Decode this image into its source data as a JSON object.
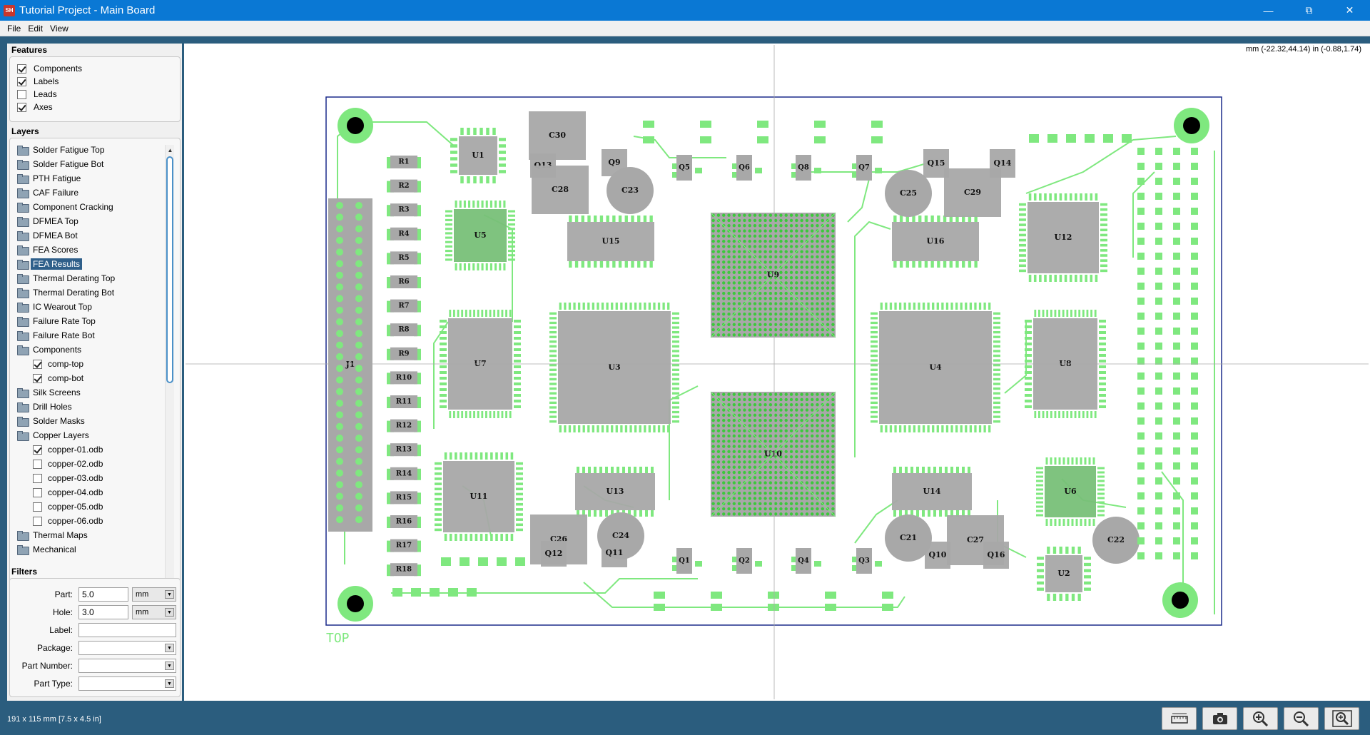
{
  "window": {
    "title": "Tutorial Project - Main Board",
    "app_badge": "SH"
  },
  "menu": [
    "File",
    "Edit",
    "View"
  ],
  "features": {
    "title": "Features",
    "items": [
      {
        "label": "Components",
        "checked": true
      },
      {
        "label": "Labels",
        "checked": true
      },
      {
        "label": "Leads",
        "checked": false
      },
      {
        "label": "Axes",
        "checked": true
      }
    ]
  },
  "layers": {
    "title": "Layers",
    "items": [
      {
        "label": "Solder Fatigue Top",
        "type": "folder",
        "indent": 0
      },
      {
        "label": "Solder Fatigue Bot",
        "type": "folder",
        "indent": 0
      },
      {
        "label": "PTH Fatigue",
        "type": "folder",
        "indent": 0
      },
      {
        "label": "CAF Failure",
        "type": "folder",
        "indent": 0
      },
      {
        "label": "Component Cracking",
        "type": "folder",
        "indent": 0
      },
      {
        "label": "DFMEA Top",
        "type": "folder",
        "indent": 0
      },
      {
        "label": "DFMEA Bot",
        "type": "folder",
        "indent": 0
      },
      {
        "label": "FEA Scores",
        "type": "folder",
        "indent": 0
      },
      {
        "label": "FEA Results",
        "type": "folder",
        "indent": 0,
        "selected": true
      },
      {
        "label": "Thermal Derating Top",
        "type": "folder",
        "indent": 0
      },
      {
        "label": "Thermal Derating Bot",
        "type": "folder",
        "indent": 0
      },
      {
        "label": "IC Wearout Top",
        "type": "folder",
        "indent": 0
      },
      {
        "label": "Failure Rate Top",
        "type": "folder",
        "indent": 0
      },
      {
        "label": "Failure Rate Bot",
        "type": "folder",
        "indent": 0
      },
      {
        "label": "Components",
        "type": "folder",
        "indent": 0
      },
      {
        "label": "comp-top",
        "type": "check",
        "indent": 1,
        "checked": true
      },
      {
        "label": "comp-bot",
        "type": "check",
        "indent": 1,
        "checked": true
      },
      {
        "label": "Silk Screens",
        "type": "folder",
        "indent": 0
      },
      {
        "label": "Drill Holes",
        "type": "folder",
        "indent": 0
      },
      {
        "label": "Solder Masks",
        "type": "folder",
        "indent": 0
      },
      {
        "label": "Copper Layers",
        "type": "folder",
        "indent": 0
      },
      {
        "label": "copper-01.odb",
        "type": "check",
        "indent": 1,
        "checked": true
      },
      {
        "label": "copper-02.odb",
        "type": "check",
        "indent": 1,
        "checked": false
      },
      {
        "label": "copper-03.odb",
        "type": "check",
        "indent": 1,
        "checked": false
      },
      {
        "label": "copper-04.odb",
        "type": "check",
        "indent": 1,
        "checked": false
      },
      {
        "label": "copper-05.odb",
        "type": "check",
        "indent": 1,
        "checked": false
      },
      {
        "label": "copper-06.odb",
        "type": "check",
        "indent": 1,
        "checked": false
      },
      {
        "label": "Thermal Maps",
        "type": "folder",
        "indent": 0
      },
      {
        "label": "Mechanical",
        "type": "folder",
        "indent": 0
      }
    ]
  },
  "filters": {
    "title": "Filters",
    "part_label": "Part:",
    "part_value": "5.0",
    "part_unit": "mm",
    "hole_label": "Hole:",
    "hole_value": "3.0",
    "hole_unit": "mm",
    "label_label": "Label:",
    "label_value": "",
    "package_label": "Package:",
    "package_value": "",
    "part_number_label": "Part Number:",
    "part_number_value": "",
    "part_type_label": "Part Type:",
    "part_type_value": ""
  },
  "canvas": {
    "coord_readout": "mm (-22.32,44.14)  in (-0.88,1.74)",
    "side_label": "TOP",
    "colors": {
      "copper": "#7fe87f",
      "copper_dark": "#3cc83c",
      "component": "#a8a8a8",
      "outline": "#1a2a8a",
      "background": "#ffffff"
    }
  },
  "components": {
    "resistors": [
      "R1",
      "R2",
      "R3",
      "R4",
      "R5",
      "R6",
      "R7",
      "R8",
      "R9",
      "R10",
      "R11",
      "R12",
      "R13",
      "R14",
      "R15",
      "R16",
      "R17",
      "R18"
    ],
    "connector": "J1",
    "qfn": [
      "U1",
      "U2"
    ],
    "qfp_small": [
      "U5",
      "U6",
      "U11",
      "U12"
    ],
    "soic": [
      "U13",
      "U14",
      "U15",
      "U16"
    ],
    "qfp_large": [
      "U3",
      "U4"
    ],
    "qfp_mid": [
      "U7",
      "U8"
    ],
    "bga": [
      "U9",
      "U10"
    ],
    "transistors_top": [
      "Q5",
      "Q6",
      "Q8",
      "Q7"
    ],
    "transistors_bot": [
      "Q1",
      "Q2",
      "Q4",
      "Q3"
    ],
    "caps_top": [
      "C30",
      "Q13",
      "C28",
      "Q9",
      "C23",
      "C25",
      "Q15",
      "Q14",
      "C29"
    ],
    "caps_bot": [
      "C26",
      "Q12",
      "C24",
      "Q11",
      "C21",
      "Q10",
      "C27",
      "Q16",
      "C22"
    ]
  },
  "status": {
    "board_size": "191 x 115 mm  [7.5 x 4.5 in]"
  },
  "toolbar": {
    "icons": [
      "ruler-icon",
      "camera-icon",
      "zoom-in-icon",
      "zoom-out-icon",
      "zoom-fit-icon"
    ]
  }
}
